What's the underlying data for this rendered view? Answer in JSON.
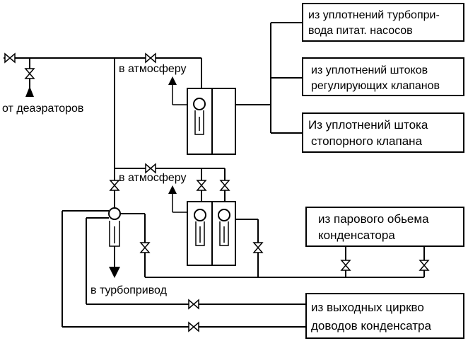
{
  "labels": {
    "from_deaerators": "от деаэраторов",
    "to_atmosphere_top": "в атмосферу",
    "to_atmosphere_mid": "в атмосферу",
    "to_turbodrive": "в турбопривод"
  },
  "boxes": {
    "turbodrive_seals": [
      "из уплотнений турбопри-",
      "вода питат. насосов"
    ],
    "control_valve_stems": [
      "из уплотнений штоков",
      "регулирующих клапанов"
    ],
    "stop_valve_stem": [
      "Из уплотнений штока",
      "стопорного клапана"
    ],
    "condenser_steam_volume": [
      "из парового обьема",
      "конденсатора"
    ],
    "condenser_outlet_boxes": [
      "из выходных циркво",
      "доводов конденсатра"
    ]
  }
}
